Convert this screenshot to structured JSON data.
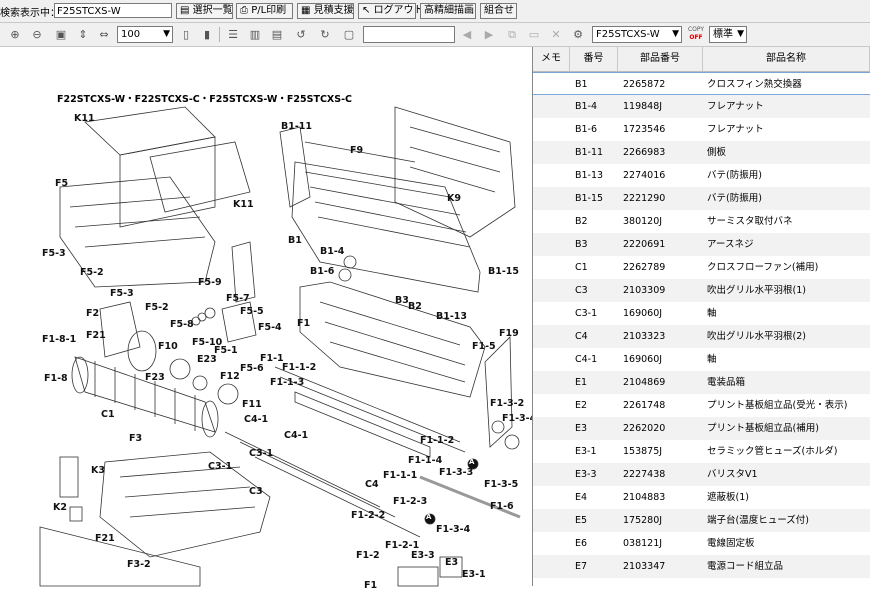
{
  "toolbar": {
    "search_label": "検索",
    "display_label": "表示中：",
    "display_value": "F25STCXS-W",
    "buttons": [
      "選択一覧",
      "P/L印刷",
      "見積支援",
      "ログアウト",
      "高精細描画",
      "組合せ"
    ]
  },
  "toolbar2": {
    "zoom": "100",
    "model_select": "F25STCXS-W",
    "copy_label": "COPY",
    "copy_state": "OFF",
    "mode_select": "標準"
  },
  "drawing": {
    "title": "F22STCXS-W・F22STCXS-C・F25STCXS-W・F25STCXS-C",
    "labels": [
      "K11",
      "F5",
      "K11",
      "F5-3",
      "F5-2",
      "F5-3",
      "F2",
      "F21",
      "F1-8-1",
      "F1-8",
      "F10",
      "F23",
      "E23",
      "F12",
      "C1",
      "F11",
      "F5-9",
      "F5-7",
      "F5-5",
      "F5-4",
      "F5-8",
      "F5-2",
      "F5-10",
      "F5-1",
      "F5-6",
      "F1-1",
      "F1-1-2",
      "F1-1-3",
      "B1-11",
      "F9",
      "K9",
      "B1",
      "B1-4",
      "B1-6",
      "B1-15",
      "B3",
      "B2",
      "B1-13",
      "F1",
      "F1-5",
      "F19",
      "F1-3-2",
      "F1-3-4",
      "F1-1-2",
      "F1-1-4",
      "F1-3-3",
      "F1-1-1",
      "F1-3-5",
      "F1-6",
      "C4-1",
      "C4-1",
      "C4",
      "C3-1",
      "C3-1",
      "C3",
      "F3",
      "K3",
      "K2",
      "F21",
      "F1-2-3",
      "F1-2-2",
      "F1-2-1",
      "F1-3-4",
      "E3-3",
      "F1-2",
      "E3",
      "E3-1",
      "F3-2",
      "F1",
      "A",
      "A"
    ]
  },
  "table": {
    "headers": [
      "メモ",
      "番号",
      "部品番号",
      "部品名称"
    ],
    "rows": [
      [
        "",
        "B1",
        "2265872",
        "クロスフィン熱交換器"
      ],
      [
        "",
        "B1-4",
        "119848J",
        "フレアナット"
      ],
      [
        "",
        "B1-6",
        "1723546",
        "フレアナット"
      ],
      [
        "",
        "B1-11",
        "2266983",
        "側板"
      ],
      [
        "",
        "B1-13",
        "2274016",
        "バテ(防振用)"
      ],
      [
        "",
        "B1-15",
        "2221290",
        "バテ(防振用)"
      ],
      [
        "",
        "B2",
        "380120J",
        "サーミスタ取付バネ"
      ],
      [
        "",
        "B3",
        "2220691",
        "アースネジ"
      ],
      [
        "",
        "C1",
        "2262789",
        "クロスフローファン(補用)"
      ],
      [
        "",
        "C3",
        "2103309",
        "吹出グリル水平羽根(1)"
      ],
      [
        "",
        "C3-1",
        "169060J",
        "軸"
      ],
      [
        "",
        "C4",
        "2103323",
        "吹出グリル水平羽根(2)"
      ],
      [
        "",
        "C4-1",
        "169060J",
        "軸"
      ],
      [
        "",
        "E1",
        "2104869",
        "電装品箱"
      ],
      [
        "",
        "E2",
        "2261748",
        "プリント基板組立品(受光・表示)"
      ],
      [
        "",
        "E3",
        "2262020",
        "プリント基板組立品(補用)"
      ],
      [
        "",
        "E3-1",
        "153875J",
        "セラミック管ヒューズ(ホルダ)"
      ],
      [
        "",
        "E3-3",
        "2227438",
        "バリスタV1"
      ],
      [
        "",
        "E4",
        "2104883",
        "遮蔽板(1)"
      ],
      [
        "",
        "E5",
        "175280J",
        "端子台(温度ヒューズ付)"
      ],
      [
        "",
        "E6",
        "038121J",
        "電線固定板"
      ],
      [
        "",
        "E7",
        "2103347",
        "電源コード組立品"
      ]
    ]
  },
  "colors": {
    "selected_border": "#7aa7d6",
    "alt_row": "#f2f2f2",
    "toolbar": "#f0f0f0"
  }
}
